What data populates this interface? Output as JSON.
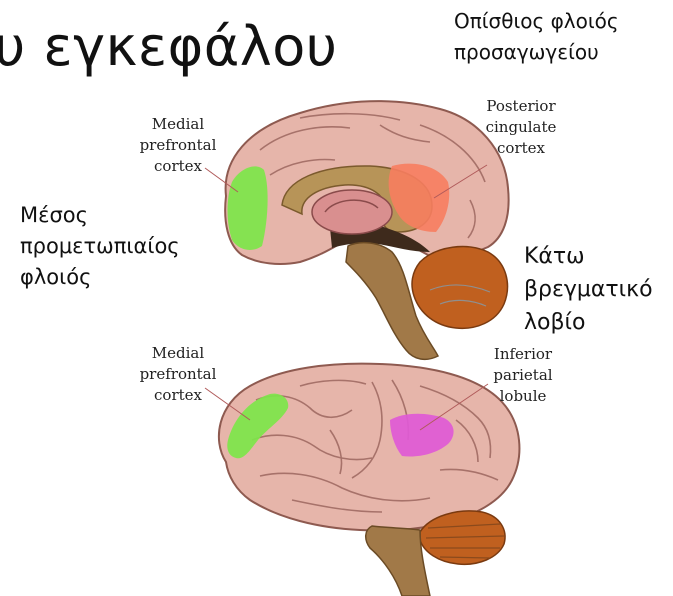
{
  "slide": {
    "title": "υ εγκεφάλου",
    "greek_labels": {
      "posterior_cingulate": [
        "Οπίσθιος φλοιός",
        "προσαγωγείου"
      ],
      "medial_prefrontal": [
        "Μέσος",
        "προμετωπιαίος",
        "φλοιός"
      ],
      "inferior_parietal": [
        "Κάτω",
        "βρεγματικό",
        "λοβίο"
      ]
    },
    "diagram_labels": {
      "top_medial_prefrontal": [
        "Medial",
        "prefrontal",
        "cortex"
      ],
      "top_posterior_cingulate": [
        "Posterior",
        "cingulate",
        "cortex"
      ],
      "bottom_medial_prefrontal": [
        "Medial",
        "prefrontal",
        "cortex"
      ],
      "bottom_inferior_parietal": [
        "Inferior",
        "parietal",
        "lobule"
      ]
    }
  },
  "colors": {
    "brain_tissue": "#e6b5aa",
    "medial_prefrontal_highlight": "#7de64a",
    "posterior_cingulate_highlight": "#f77d5f",
    "inferior_parietal_highlight": "#e05ad6",
    "cerebellum": "#c0601f",
    "brainstem": "#a17948"
  }
}
